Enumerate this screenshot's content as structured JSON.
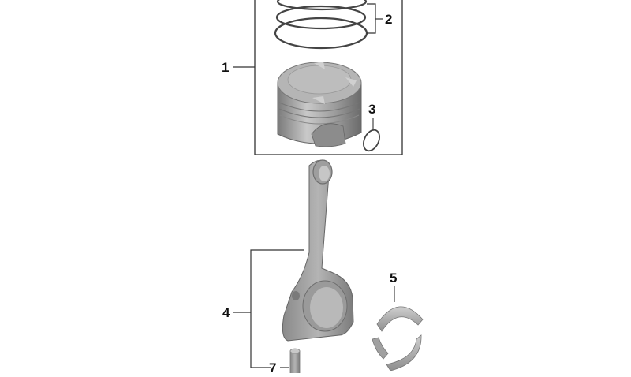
{
  "diagram": {
    "type": "exploded-parts-diagram",
    "subject": "Piston and connecting rod assembly",
    "colors": {
      "background": "#ffffff",
      "line": "#222222",
      "part_fill": "#a8a8a8",
      "part_light": "#cfcfcf",
      "part_dark": "#6e6e6e"
    },
    "callouts": [
      {
        "id": "1",
        "label": "1",
        "part": "piston-assembly-group"
      },
      {
        "id": "2",
        "label": "2",
        "part": "piston-rings"
      },
      {
        "id": "3",
        "label": "3",
        "part": "circlip"
      },
      {
        "id": "4",
        "label": "4",
        "part": "connecting-rod"
      },
      {
        "id": "5",
        "label": "5",
        "part": "connecting-rod-bearing-shells"
      },
      {
        "id": "7",
        "label": "7",
        "part": "dowel-pin"
      }
    ]
  }
}
